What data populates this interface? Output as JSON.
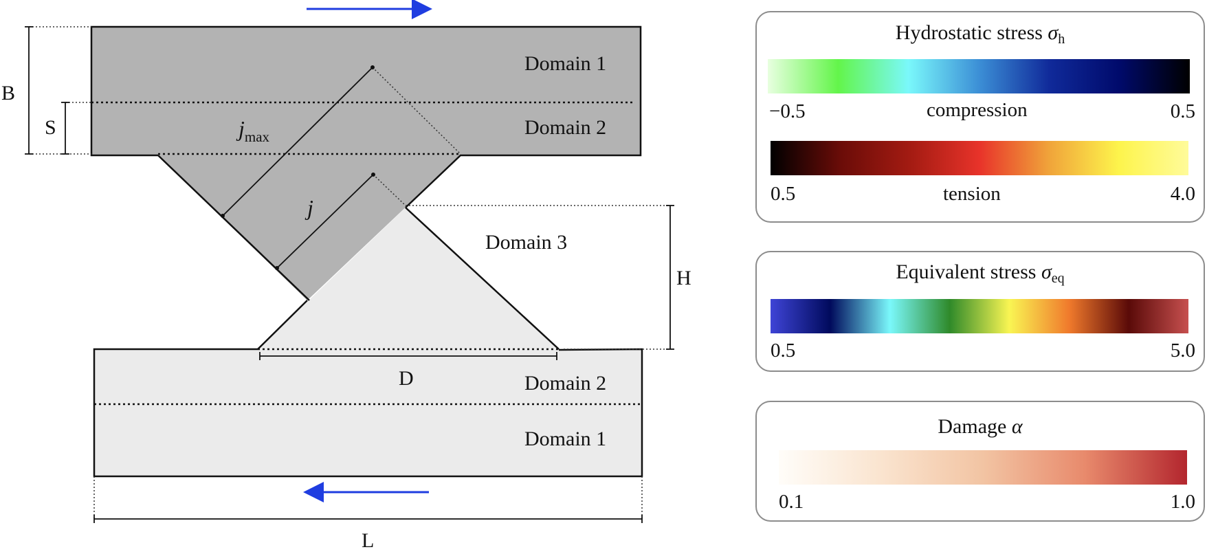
{
  "diagram": {
    "domains": {
      "top_domain1": "Domain 1",
      "top_domain2": "Domain 2",
      "bottom_domain2": "Domain 2",
      "bottom_domain1": "Domain 1",
      "domain3": "Domain 3"
    },
    "dimensions": {
      "B": "B",
      "S": "S",
      "H": "H",
      "D": "D",
      "L": "L",
      "jmax_base": "j",
      "jmax_sub": "max",
      "j": "j"
    },
    "colors": {
      "upper_block": "#b3b3b3",
      "lower_block": "#ebebeb",
      "arrow": "#1f3de0",
      "outline": "#111111"
    }
  },
  "legends": {
    "hydrostatic": {
      "title_text": "Hydrostatic stress ",
      "title_symbol": "σ",
      "title_sub": "h",
      "compression": {
        "min": "−0.5",
        "label": "compression",
        "max": "0.5",
        "colors": [
          "#e8ffe0",
          "#63f54a",
          "#7af8fb",
          "#3c8fd6",
          "#102a9a",
          "#000a6b",
          "#000000"
        ]
      },
      "tension": {
        "min": "0.5",
        "label": "tension",
        "max": "4.0",
        "colors": [
          "#000000",
          "#6a0c08",
          "#a31b12",
          "#e8332a",
          "#f0a43a",
          "#fdf44c",
          "#fffb9a"
        ]
      }
    },
    "equivalent": {
      "title_text": "Equivalent stress ",
      "title_symbol": "σ",
      "title_sub": "eq",
      "min": "0.5",
      "max": "5.0",
      "colors": [
        "#3e44d6",
        "#000a5c",
        "#7af8fb",
        "#2f8a2a",
        "#f9f553",
        "#f07a2c",
        "#5a0a08",
        "#c7504f"
      ]
    },
    "damage": {
      "title_text": "Damage ",
      "title_symbol": "α",
      "min": "0.1",
      "max": "1.0",
      "colors": [
        "#fffdf9",
        "#fae4cf",
        "#f2c4a3",
        "#e88a6c",
        "#b3262e"
      ]
    }
  }
}
